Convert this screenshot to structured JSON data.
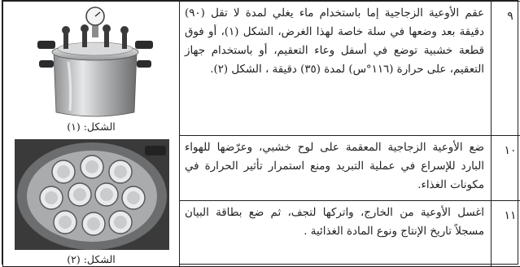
{
  "rows": [
    {
      "num": "٩",
      "text": "عقم الأوعية الزجاجية إما باستخدام ماء يغلي لمدة لا تقل (٩٠) دقيقة بعد وضعها في سلة خاصة لهذا الغرض، الشكل (١)، أو فوق قطعة خشبية توضع في أسفل وعاء التعقيم، أو باستخدام جهاز التعقيم، على حرارة (١١٦°س) لمدة (٣٥) دقيقة ، الشكل (٢)."
    },
    {
      "num": "١٠",
      "text": "ضع الأوعية الزجاجية المعقمة على لوح خشبي، وعرّضها للهواء البارد للإسراع في عملية التبريد ومنع استمرار تأثير الحرارة في مكونات الغذاء."
    },
    {
      "num": "١١",
      "text": "اغسل الأوعية من الخارج، واتركها لتجف، ثم ضع بطاقة البيان مسجلاً تاريخ الإنتاج ونوع المادة الغذائية ."
    }
  ],
  "figures": {
    "fig1_caption": "الشكل: (١)",
    "fig2_caption": "الشكل: (٢)"
  },
  "colors": {
    "ink": "#231f20",
    "paper": "#ffffff",
    "steel": "#b9bbbd",
    "shadow": "#5e6062"
  }
}
